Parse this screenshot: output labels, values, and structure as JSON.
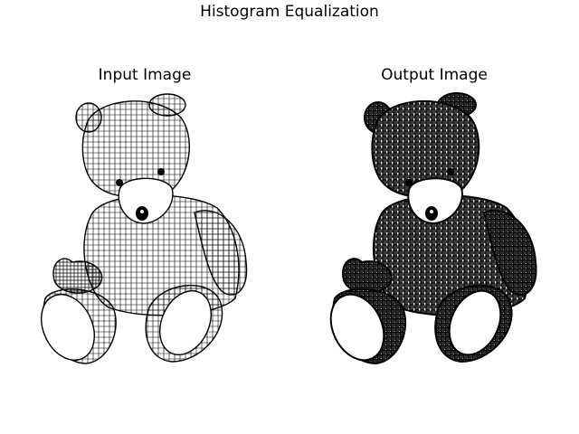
{
  "figure": {
    "suptitle": "Histogram Equalization",
    "panels": [
      {
        "title": "Input Image"
      },
      {
        "title": "Output Image"
      }
    ]
  },
  "colors": {
    "background": "#ffffff",
    "ink": "#000000",
    "output_fill": "#2b2b2b",
    "highlight": "#ffffff"
  },
  "icons": {
    "input_image": "teddy-bear-sketch",
    "output_image": "teddy-bear-equalized"
  }
}
